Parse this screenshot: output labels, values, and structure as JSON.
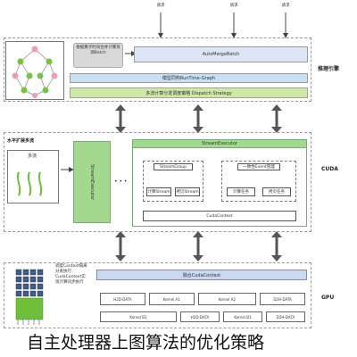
{
  "request_label": "请求",
  "engine_label": "推理引擎",
  "auto_merge_callout": "根据算子时间合并计算资源Batch",
  "auto_merge_batch": "AutoMergeBatch",
  "runtime_graph": "模型同构RunTime-Graph",
  "dispatch_strategy": "多流计算分发调度策略 Dispatch Strategy",
  "horizontal_multistream": "水平扩展多流",
  "multistream_small": "多流",
  "cuda_label": "CUDA",
  "stream_executor_title": "StreamExecutor",
  "stream_executor_vertical": "StreamExecutor",
  "stream_group": "StreamGroup",
  "event_manager": "一致性Event管理",
  "compute_stream": "计算Stream",
  "copy_stream": "拷贝Stream",
  "compute_task": "计算任务",
  "copy_task": "拷贝任务",
  "cuda_context_inner": "CudaContext",
  "gpu_label": "GPU",
  "gpu_side_text": "调度Context隔离分发执行CudaContext实现计算同步执行",
  "merge_context": "融合CudaContext",
  "gpu_row1": [
    "H2D-DATA",
    "Kernel A1",
    "Kernel A2",
    "D2H-DATA"
  ],
  "gpu_row2": [
    "Kernel B1",
    "H2D-DATA",
    "Kernel B1",
    "D2H-DATA"
  ],
  "caption": "自主处理器上图算法的优化策略",
  "ellipsis": "• • •",
  "colors": {
    "auto_merge_fill": "#dbe5f4",
    "runtime_graph_fill": "#c7dff0",
    "dispatch_fill": "#cfe7a8",
    "executor_fill": "#a3d98f",
    "merge_context_fill": "#c9d9f0",
    "node_green": "#7cc242",
    "node_pink": "#e9a0b6",
    "chip_green": "#6fbf3a"
  }
}
